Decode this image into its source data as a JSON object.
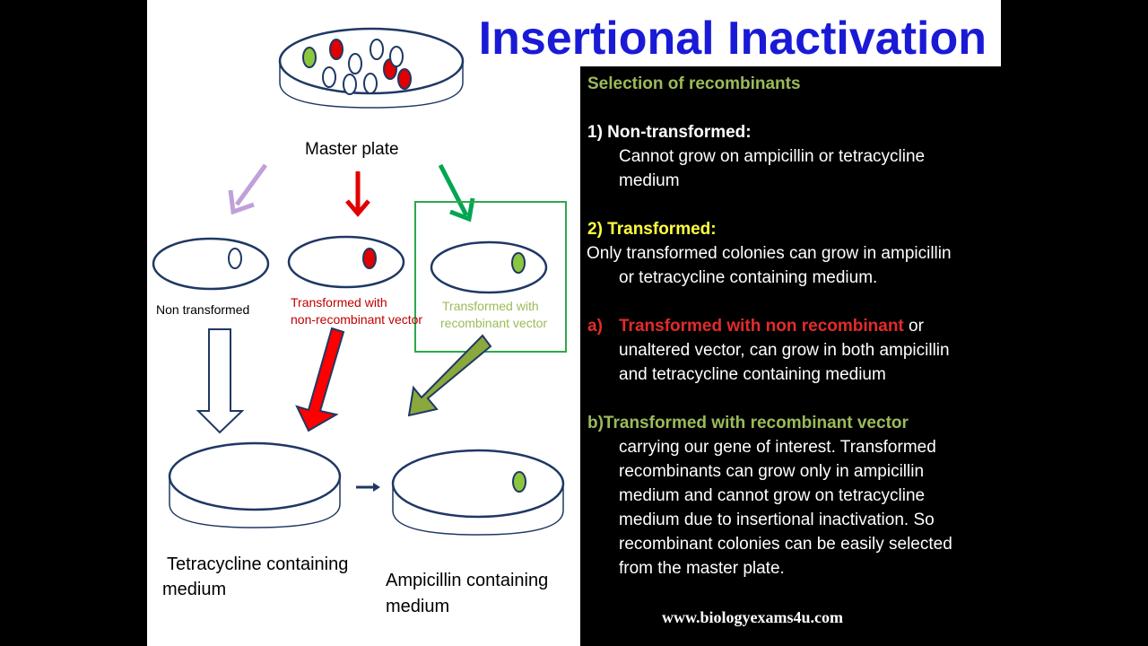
{
  "title": "Insertional Inactivation",
  "diagram": {
    "master_plate": "Master plate",
    "non_transformed": "Non transformed",
    "transformed_nonrecombinant_line1": "Transformed with",
    "transformed_nonrecombinant_line2": "non-recombinant vector",
    "transformed_recombinant_line1": "Transformed with",
    "transformed_recombinant_line2": "recombinant vector",
    "tetracycline_line1": "Tetracycline containing",
    "tetracycline_line2": "medium",
    "ampicillin_line1": "Ampicillin containing",
    "ampicillin_line2": "medium"
  },
  "text": {
    "heading": "Selection of recombinants",
    "s1_title": "1) Non-transformed:",
    "s1_line1": "Cannot grow on ampicillin  or tetracycline",
    "s1_line2": "medium",
    "s2_title": "2) Transformed:",
    "s2_line1": "Only transformed colonies can grow in ampicillin",
    "s2_line2": "or tetracycline containing medium.",
    "a_marker": "a)",
    "a_red": "Transformed with non recombinant",
    "a_rest": " or",
    "a_line2": "unaltered vector, can grow in both ampicillin",
    "a_line3": "and tetracycline containing medium",
    "b_title": "b)Transformed with  recombinant vector",
    "b_line1": "carrying our gene of interest. Transformed",
    "b_line2": "recombinants can grow only in ampicillin",
    "b_line3": "medium and cannot grow on tetracycline",
    "b_line4": "medium due to insertional inactivation. So",
    "b_line5": "recombinant colonies can be  easily selected",
    "b_line6": "from the master plate."
  },
  "website": "www.biologyexams4u.com",
  "colors": {
    "title_blue": "#1a1ad6",
    "accent_green": "#9bbb59",
    "accent_red": "#e32b2b",
    "accent_yellow": "#ffff40",
    "plate_outline": "#1f3864",
    "colony_red": "#e00000",
    "colony_green": "#8cc63f",
    "arrow_purple": "#c0a0d8",
    "arrow_bright_green": "#00a651",
    "arrow_olive": "#8aa83c",
    "box_green": "#2ea84a"
  }
}
